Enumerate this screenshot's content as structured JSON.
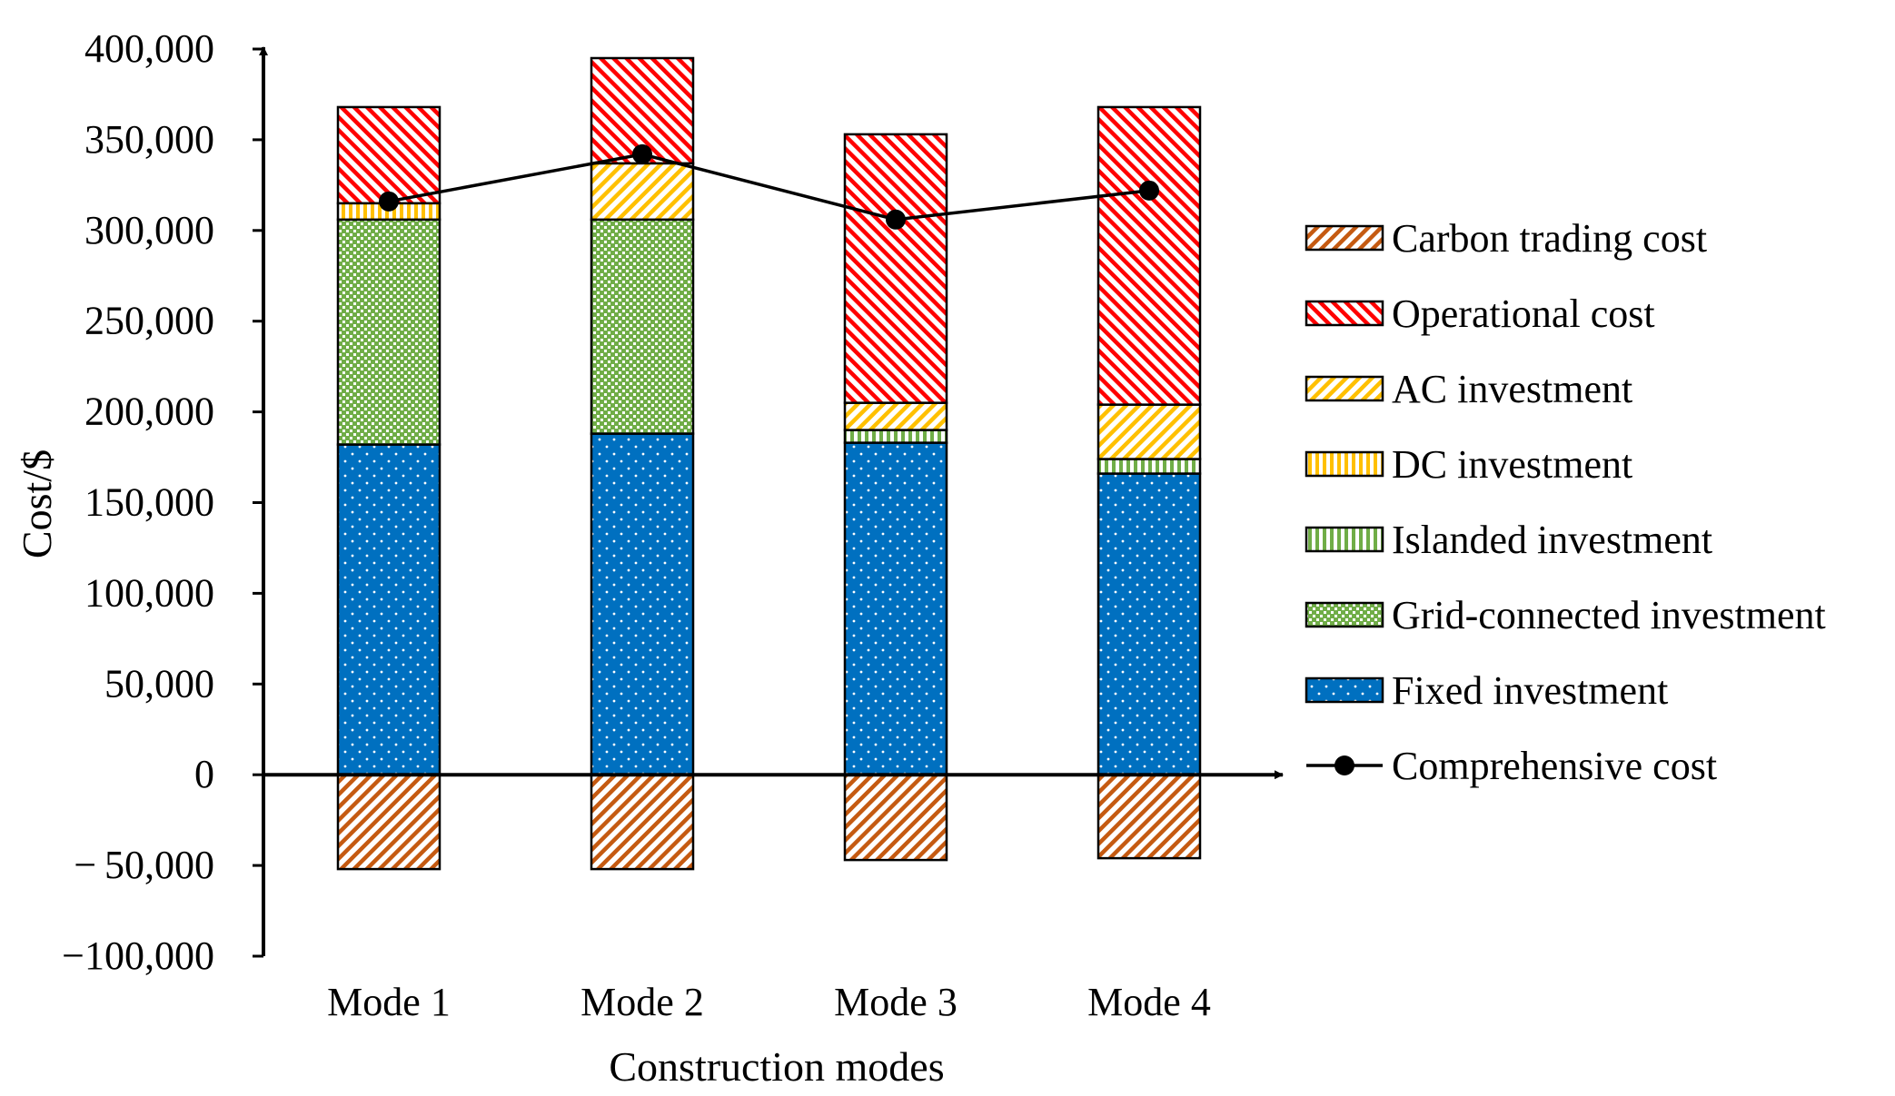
{
  "chart_data": {
    "type": "bar",
    "stacked": true,
    "xlabel": "Construction modes",
    "ylabel": "Cost/$",
    "ylim": [
      -100000,
      400000
    ],
    "yticks": [
      400000,
      350000,
      300000,
      250000,
      200000,
      150000,
      100000,
      50000,
      0,
      -50000,
      -100000
    ],
    "ytick_labels": [
      "400,000",
      "350,000",
      "300,000",
      "250,000",
      "200,000",
      "150,000",
      "100,000",
      "50,000",
      "0",
      "− 50,000",
      "−100,000"
    ],
    "categories": [
      "Mode 1",
      "Mode 2",
      "Mode 3",
      "Mode 4"
    ],
    "legend_position": "right",
    "grid": false,
    "series": [
      {
        "name": "Carbon trading cost",
        "key": "carbon",
        "type": "bar",
        "color": "#c55a11",
        "values": [
          -52000,
          -52000,
          -47000,
          -46000
        ]
      },
      {
        "name": "Operational cost",
        "key": "operational",
        "type": "bar",
        "color": "#ff0000",
        "values": [
          53000,
          58000,
          148000,
          164000
        ]
      },
      {
        "name": "AC investment",
        "key": "ac",
        "type": "bar",
        "color": "#ffc000",
        "values": [
          0,
          31000,
          15000,
          30000
        ]
      },
      {
        "name": "DC investment",
        "key": "dc",
        "type": "bar",
        "color": "#ffc000",
        "values": [
          9000,
          0,
          0,
          0
        ]
      },
      {
        "name": "Islanded investment",
        "key": "islanded",
        "type": "bar",
        "color": "#70ad47",
        "values": [
          0,
          0,
          7000,
          8000
        ]
      },
      {
        "name": "Grid-connected investment",
        "key": "grid",
        "type": "bar",
        "color": "#70ad47",
        "values": [
          124000,
          118000,
          0,
          0
        ]
      },
      {
        "name": "Fixed investment",
        "key": "fixed",
        "type": "bar",
        "color": "#0070c0",
        "values": [
          182000,
          188000,
          183000,
          166000
        ]
      },
      {
        "name": "Comprehensive cost",
        "key": "comprehensive",
        "type": "line",
        "color": "#000000",
        "values": [
          316000,
          342000,
          306000,
          322000
        ]
      }
    ]
  }
}
